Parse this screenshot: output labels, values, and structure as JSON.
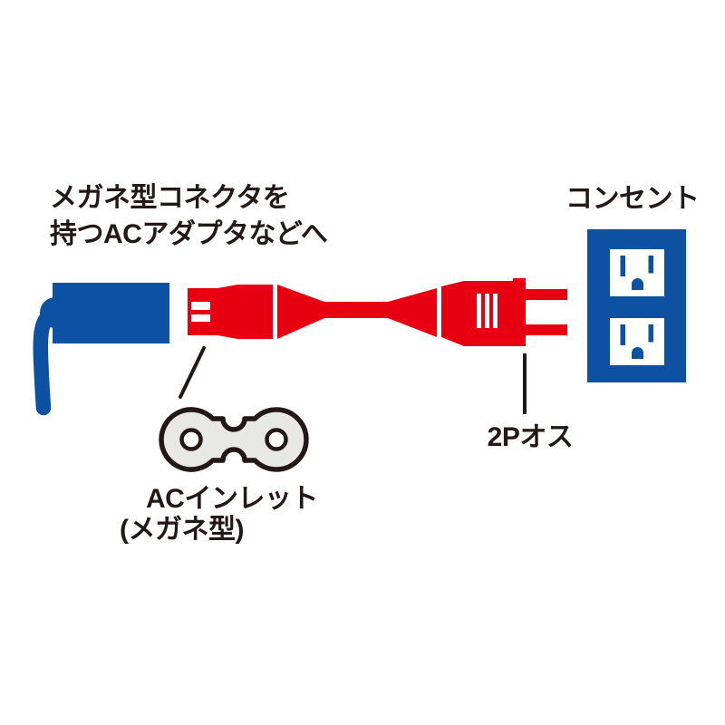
{
  "labels": {
    "adapter_note": {
      "line1": "メガネ型コネクタを",
      "line2": "持つACアダプタなどへ"
    },
    "outlet": "コンセント",
    "plug_type": "2Pオス",
    "inlet": {
      "line1": "ACインレット",
      "line2": "(メガネ型)"
    }
  },
  "colors": {
    "cord_red": "#e60012",
    "device_blue": "#0d52a2",
    "ink": "#231815",
    "inlet_gray": "#e8e8e6",
    "background": "#ffffff"
  }
}
